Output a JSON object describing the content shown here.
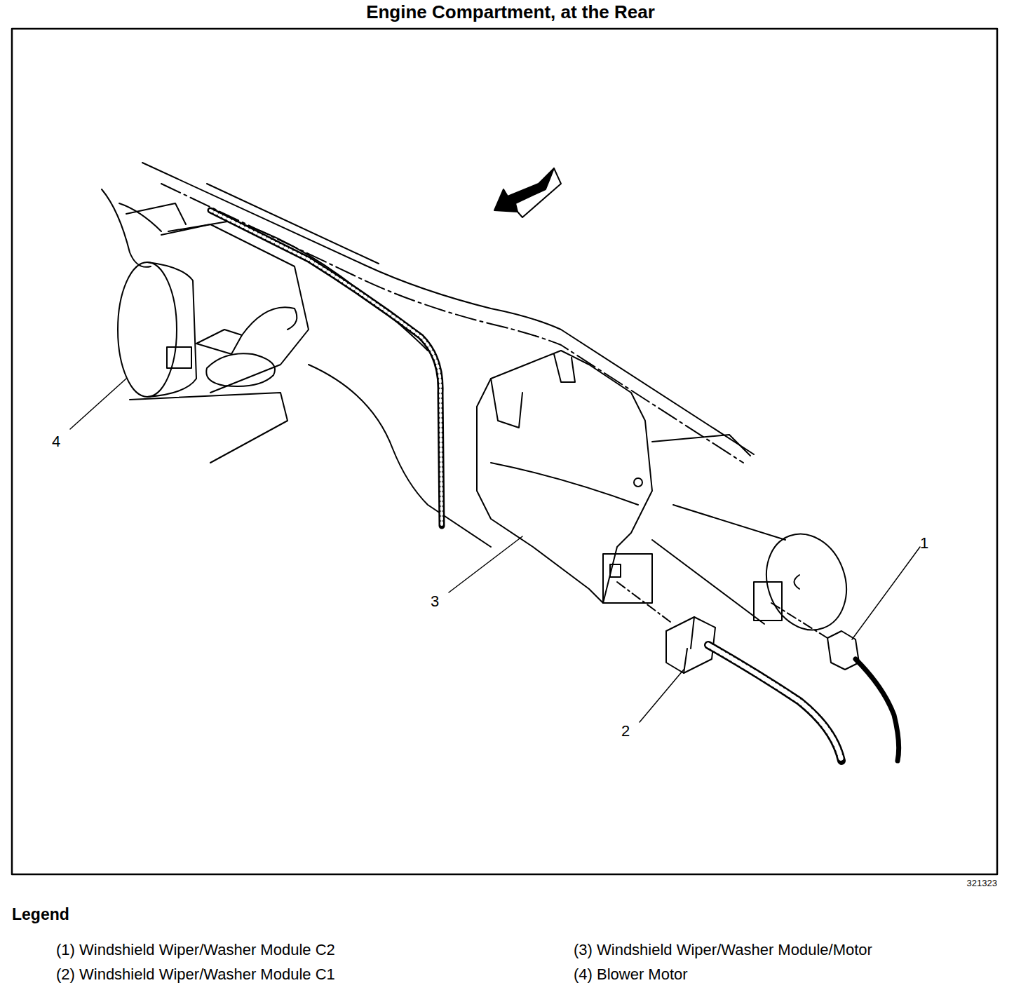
{
  "diagram": {
    "title": "Engine Compartment, at the Rear",
    "labels": [
      "4",
      "1",
      "3",
      "2",
      "321323",
      "Legend"
    ],
    "legend": [
      {
        "text": "(1) Windshield Wiper/Washer Module C2"
      },
      {
        "text": "(2) Windshield Wiper/Washer Module C1"
      },
      {
        "text": "(3) Windshield Wiper/Washer Module/Motor"
      },
      {
        "text": "(4) Blower Motor"
      }
    ]
  }
}
